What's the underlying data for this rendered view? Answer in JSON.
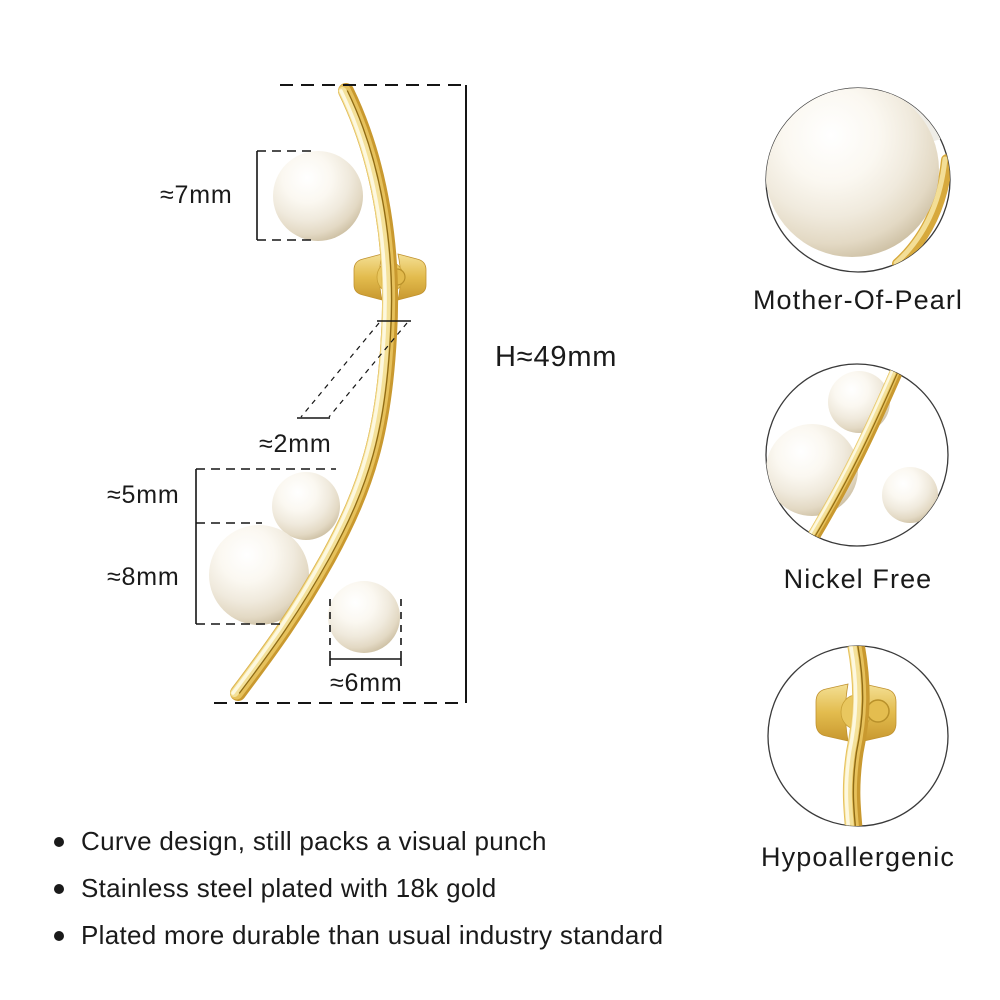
{
  "diagram": {
    "dim_pearl_top": "≈7mm",
    "dim_bar_width": "≈2mm",
    "dim_pearl_mid_small": "≈5mm",
    "dim_pearl_mid_large": "≈8mm",
    "dim_pearl_bottom": "≈6mm",
    "dim_height": "H≈49mm"
  },
  "features": [
    {
      "label": "Mother-Of-Pearl"
    },
    {
      "label": "Nickel Free"
    },
    {
      "label": "Hypoallergenic"
    }
  ],
  "bullets": [
    "Curve design, still packs a visual punch",
    "Stainless steel plated with 18k gold",
    "Plated more durable than usual industry standard"
  ],
  "colors": {
    "gold": "#E3BC4E",
    "gold_dark": "#C9992F",
    "gold_light": "#FDF8DF",
    "gold_seam": "#8F6B15",
    "pearl": "#F5F0E6",
    "pearl_shadow": "#CEC1A5",
    "line": "#1A1A1A",
    "text": "#1A1A1A",
    "background": "#FFFFFF"
  }
}
